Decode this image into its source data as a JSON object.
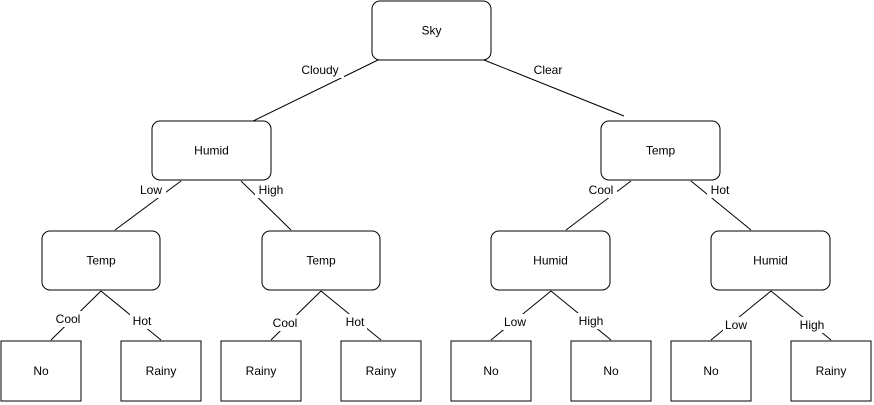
{
  "tree": {
    "root": {
      "label": "Sky"
    },
    "cloudy_edge": "Cloudy",
    "clear_edge": "Clear",
    "cloudy": {
      "label": "Humid",
      "low_edge": "Low",
      "high_edge": "High",
      "low": {
        "label": "Temp",
        "cool_edge": "Cool",
        "hot_edge": "Hot",
        "cool_leaf": "No",
        "hot_leaf": "Rainy"
      },
      "high": {
        "label": "Temp",
        "cool_edge": "Cool",
        "hot_edge": "Hot",
        "cool_leaf": "Rainy",
        "hot_leaf": "Rainy"
      }
    },
    "clear": {
      "label": "Temp",
      "cool_edge": "Cool",
      "hot_edge": "Hot",
      "cool": {
        "label": "Humid",
        "low_edge": "Low",
        "high_edge": "High",
        "low_leaf": "No",
        "high_leaf": "No"
      },
      "hot": {
        "label": "Humid",
        "low_edge": "Low",
        "high_edge": "High",
        "low_leaf": "No",
        "high_leaf": "Rainy"
      }
    }
  }
}
